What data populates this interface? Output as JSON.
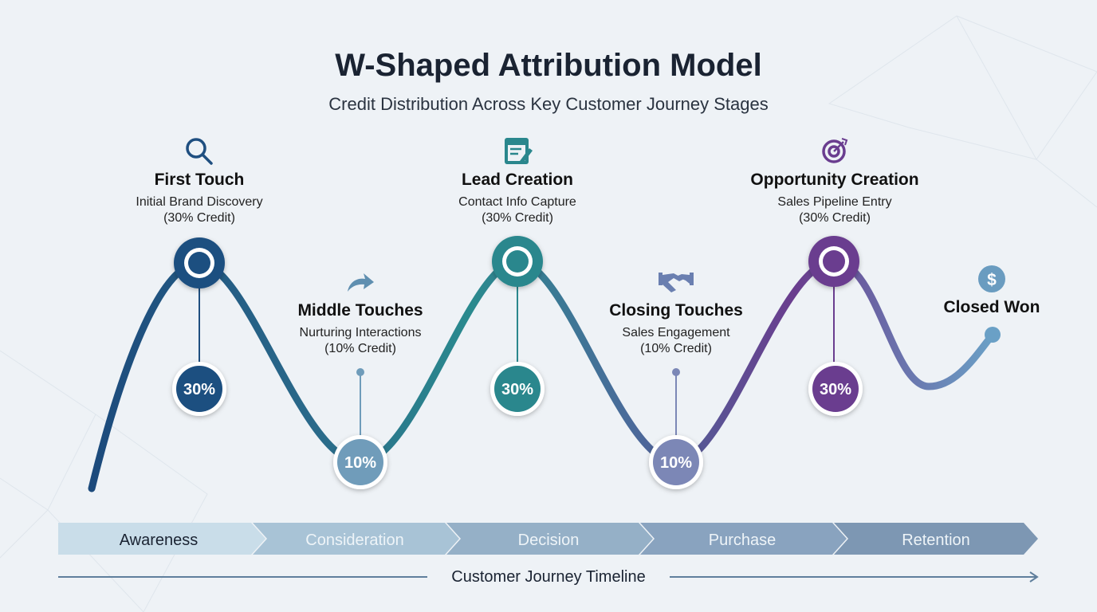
{
  "header": {
    "title": "W-Shaped Attribution Model",
    "subtitle": "Credit Distribution Across Key Customer Journey Stages"
  },
  "touchpoints": [
    {
      "name": "First Touch",
      "description": "Initial Brand Discovery",
      "credit_label": "(30% Credit)",
      "badge": "30%",
      "icon": "search-icon",
      "color": "#1f4f80"
    },
    {
      "name": "Middle Touches",
      "description": "Nurturing Interactions",
      "credit_label": "(10% Credit)",
      "badge": "10%",
      "icon": "share-arrow-icon",
      "color": "#6f9cba"
    },
    {
      "name": "Lead Creation",
      "description": "Contact Info Capture",
      "credit_label": "(30% Credit)",
      "badge": "30%",
      "icon": "form-edit-icon",
      "color": "#2a878d"
    },
    {
      "name": "Closing Touches",
      "description": "Sales Engagement",
      "credit_label": "(10% Credit)",
      "badge": "10%",
      "icon": "handshake-icon",
      "color": "#7b87b6"
    },
    {
      "name": "Opportunity Creation",
      "description": "Sales Pipeline Entry",
      "credit_label": "(30% Credit)",
      "badge": "30%",
      "icon": "target-icon",
      "color": "#6a3d8f"
    },
    {
      "name": "Closed Won",
      "icon": "dollar-icon",
      "color": "#6a9cc0"
    }
  ],
  "stages": [
    "Awareness",
    "Consideration",
    "Decision",
    "Purchase",
    "Retention"
  ],
  "timeline_label": "Customer Journey Timeline"
}
